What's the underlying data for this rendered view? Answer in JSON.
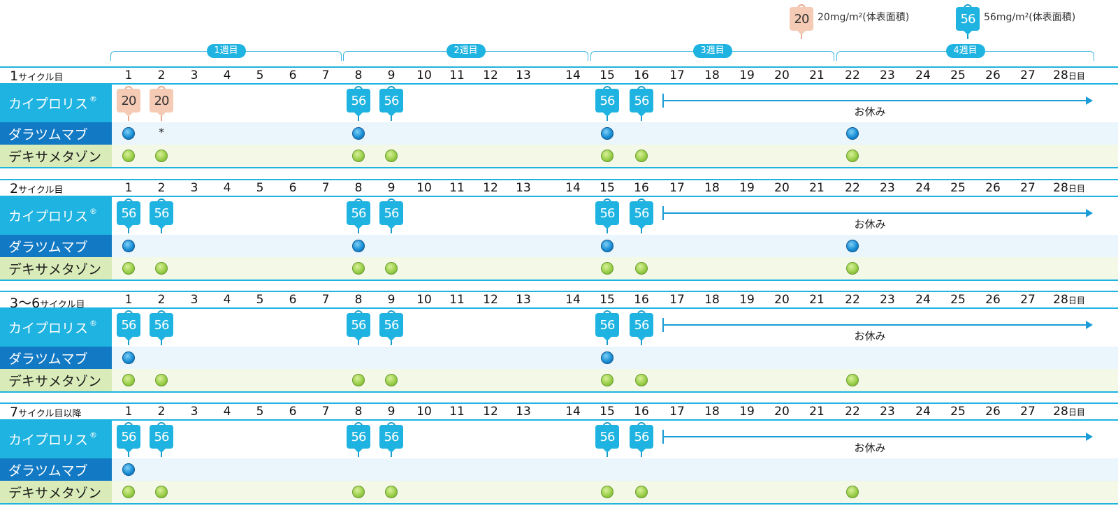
{
  "legend": [
    {
      "badge": "20",
      "label": "20mg/m²(体表面積)",
      "kind": "b20"
    },
    {
      "badge": "56",
      "label": "56mg/m²(体表面積)",
      "kind": "b56"
    }
  ],
  "weeks": [
    "1週目",
    "2週目",
    "3週目",
    "4週目"
  ],
  "day_suffix": "日目",
  "drugs": {
    "kyprolis": "カイプロリス",
    "kyprolis_mark": "®",
    "daratumumab": "ダラツムマブ",
    "dexamethasone": "デキサメタゾン"
  },
  "rest_label": "お休み",
  "cycles": [
    {
      "label_main": "1",
      "label_small": "サイクル目",
      "kyprolis": [
        {
          "day": 1,
          "dose": "20"
        },
        {
          "day": 2,
          "dose": "20"
        },
        {
          "day": 8,
          "dose": "56"
        },
        {
          "day": 9,
          "dose": "56"
        },
        {
          "day": 15,
          "dose": "56"
        },
        {
          "day": 16,
          "dose": "56"
        }
      ],
      "daratumumab": [
        1,
        8,
        15,
        22
      ],
      "daratumumab_note": {
        "day": 2,
        "text": "*"
      },
      "dexamethasone": [
        1,
        2,
        8,
        9,
        15,
        16,
        22
      ]
    },
    {
      "label_main": "2",
      "label_small": "サイクル目",
      "kyprolis": [
        {
          "day": 1,
          "dose": "56"
        },
        {
          "day": 2,
          "dose": "56"
        },
        {
          "day": 8,
          "dose": "56"
        },
        {
          "day": 9,
          "dose": "56"
        },
        {
          "day": 15,
          "dose": "56"
        },
        {
          "day": 16,
          "dose": "56"
        }
      ],
      "daratumumab": [
        1,
        8,
        15,
        22
      ],
      "dexamethasone": [
        1,
        2,
        8,
        9,
        15,
        16,
        22
      ]
    },
    {
      "label_main": "3〜6",
      "label_small": "サイクル目",
      "kyprolis": [
        {
          "day": 1,
          "dose": "56"
        },
        {
          "day": 2,
          "dose": "56"
        },
        {
          "day": 8,
          "dose": "56"
        },
        {
          "day": 9,
          "dose": "56"
        },
        {
          "day": 15,
          "dose": "56"
        },
        {
          "day": 16,
          "dose": "56"
        }
      ],
      "daratumumab": [
        1,
        15
      ],
      "dexamethasone": [
        1,
        2,
        8,
        9,
        15,
        16,
        22
      ]
    },
    {
      "label_main": "7",
      "label_small": "サイクル目以降",
      "kyprolis": [
        {
          "day": 1,
          "dose": "56"
        },
        {
          "day": 2,
          "dose": "56"
        },
        {
          "day": 8,
          "dose": "56"
        },
        {
          "day": 9,
          "dose": "56"
        },
        {
          "day": 15,
          "dose": "56"
        },
        {
          "day": 16,
          "dose": "56"
        }
      ],
      "daratumumab": [
        1
      ],
      "dexamethasone": [
        1,
        2,
        8,
        9,
        15,
        16,
        22
      ]
    }
  ],
  "colors": {
    "accent": "#1eb3e0",
    "daratumumab_label": "#1279c4",
    "dexamethasone_label": "#d9ebb8",
    "dose20": "#f6cbb5",
    "dose56": "#1eb3e0"
  }
}
